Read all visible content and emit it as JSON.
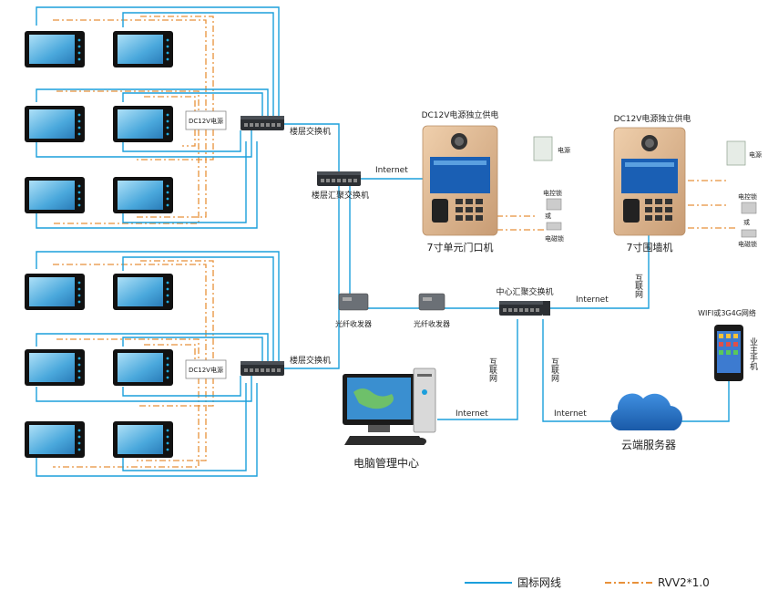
{
  "labels": {
    "dc12v_small_top": "DC12V电源",
    "dc12v_small_bottom": "DC12V电源",
    "floor_switch_top": "楼层交换机",
    "floor_switch_bottom": "楼层交换机",
    "floor_agg_switch": "楼层汇聚交换机",
    "internet_main": "Internet",
    "dc12v_independent_1": "DC12V电源独立供电",
    "dc12v_independent_2": "DC12V电源独立供电",
    "power_1": "电源",
    "power_2": "电源",
    "lock_ctrl_1": "电控锁",
    "or_1": "或",
    "mag_lock_1": "电磁锁",
    "lock_ctrl_2": "电控锁",
    "or_2": "或",
    "mag_lock_2": "电磁锁",
    "unit_door": "7寸单元门口机",
    "wall_unit": "7寸围墙机",
    "fiber_tx_1": "光纤收发器",
    "fiber_tx_2": "光纤收发器",
    "center_switch": "中心汇聚交换机",
    "internet_center": "Internet",
    "net_vertical_1": "互联网",
    "net_vertical_2": "互联网",
    "net_vertical_3": "互联网",
    "internet_pc": "Internet",
    "internet_cloud": "Internet",
    "wifi": "WIFI或3G4G网络",
    "owner_phone": "业主手机",
    "pc_center": "电脑管理中心",
    "cloud_server": "云端服务器"
  },
  "legend": {
    "network_cable": "国标网线",
    "rvv_cable": "RVV2*1.0"
  },
  "colors": {
    "network": "#1b9fdc",
    "rvv": "#e8913a",
    "switch_body": "#2c2f33",
    "monitor_frame": "#111111",
    "screen": "#7fc6ec",
    "door_panel": "#d8b08a",
    "cloud": "#1f6fc2"
  }
}
